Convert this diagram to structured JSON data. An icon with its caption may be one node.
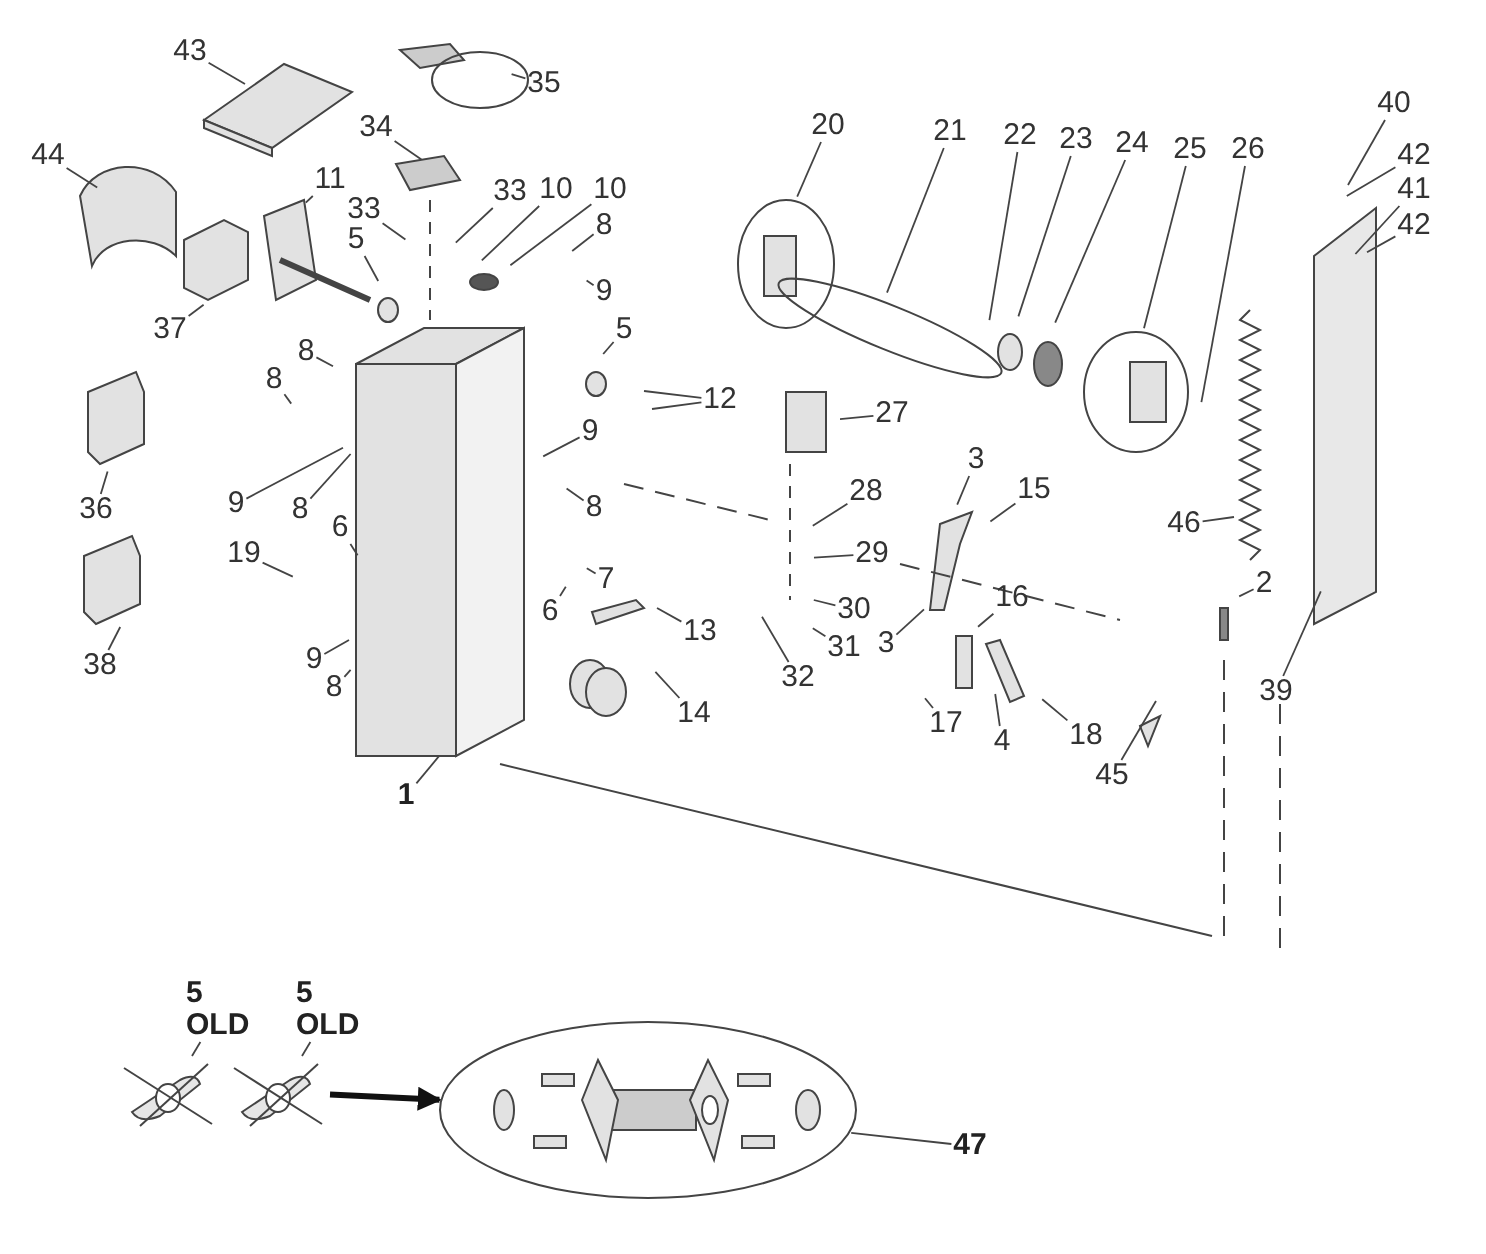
{
  "diagram": {
    "nodes": [
      {
        "text": [
          "43"
        ]
      },
      {
        "text": [
          "35"
        ]
      },
      {
        "text": [
          "40"
        ]
      },
      {
        "text": [
          "20"
        ]
      },
      {
        "text": [
          "21"
        ]
      },
      {
        "text": [
          "22"
        ]
      },
      {
        "text": [
          "23"
        ]
      },
      {
        "text": [
          "24"
        ]
      },
      {
        "text": [
          "25"
        ]
      },
      {
        "text": [
          "26"
        ]
      },
      {
        "text": [
          "34"
        ]
      },
      {
        "text": [
          "44"
        ]
      },
      {
        "text": [
          "42"
        ]
      },
      {
        "text": [
          "11"
        ]
      },
      {
        "text": [
          "41"
        ]
      },
      {
        "text": [
          "33"
        ]
      },
      {
        "text": [
          "10"
        ]
      },
      {
        "text": [
          "10"
        ]
      },
      {
        "text": [
          "33"
        ]
      },
      {
        "text": [
          "42"
        ]
      },
      {
        "text": [
          "8"
        ]
      },
      {
        "text": [
          "5"
        ]
      },
      {
        "text": [
          "9"
        ]
      },
      {
        "text": [
          "37"
        ]
      },
      {
        "text": [
          "5"
        ]
      },
      {
        "text": [
          "8"
        ]
      },
      {
        "text": [
          "8"
        ]
      },
      {
        "text": [
          "12"
        ]
      },
      {
        "text": [
          "27"
        ]
      },
      {
        "text": [
          "9"
        ]
      },
      {
        "text": [
          "3"
        ]
      },
      {
        "text": [
          "8"
        ]
      },
      {
        "text": [
          "15"
        ]
      },
      {
        "text": [
          "28"
        ]
      },
      {
        "text": [
          "9"
        ]
      },
      {
        "text": [
          "8"
        ]
      },
      {
        "text": [
          "36"
        ]
      },
      {
        "text": [
          "46"
        ]
      },
      {
        "text": [
          "29"
        ]
      },
      {
        "text": [
          "6"
        ]
      },
      {
        "text": [
          "19"
        ]
      },
      {
        "text": [
          "7"
        ]
      },
      {
        "text": [
          "2"
        ]
      },
      {
        "text": [
          "16"
        ]
      },
      {
        "text": [
          "6"
        ]
      },
      {
        "text": [
          "30"
        ]
      },
      {
        "text": [
          "13"
        ]
      },
      {
        "text": [
          "3"
        ]
      },
      {
        "text": [
          "31"
        ]
      },
      {
        "text": [
          "9"
        ]
      },
      {
        "text": [
          "38"
        ]
      },
      {
        "text": [
          "8"
        ]
      },
      {
        "text": [
          "32"
        ]
      },
      {
        "text": [
          "39"
        ]
      },
      {
        "text": [
          "14"
        ]
      },
      {
        "text": [
          "17"
        ]
      },
      {
        "text": [
          "18"
        ]
      },
      {
        "text": [
          "4"
        ]
      },
      {
        "text": [
          "45"
        ]
      },
      {
        "text": [
          "1"
        ]
      },
      {
        "text": [
          "5 OLD"
        ]
      },
      {
        "text": [
          "5 OLD"
        ]
      },
      {
        "text": [],
        "shape": "picture"
      },
      {
        "text": [],
        "shape": "picture"
      },
      {
        "text": [],
        "shape": "picture"
      },
      {
        "text": [
          "47"
        ]
      }
    ],
    "edges": [
      {
        "from": 0,
        "to": null,
        "arrow": "none"
      },
      {
        "from": 1,
        "to": null,
        "arrow": "none"
      },
      {
        "from": 2,
        "to": null,
        "arrow": "none"
      },
      {
        "from": 3,
        "to": null,
        "arrow": "none"
      },
      {
        "from": 4,
        "to": null,
        "arrow": "none"
      },
      {
        "from": 5,
        "to": null,
        "arrow": "none"
      },
      {
        "from": 6,
        "to": null,
        "arrow": "none"
      },
      {
        "from": 7,
        "to": null,
        "arrow": "none"
      },
      {
        "from": 8,
        "to": null,
        "arrow": "none"
      },
      {
        "from": 9,
        "to": null,
        "arrow": "none"
      },
      {
        "from": 10,
        "to": null,
        "arrow": "none"
      },
      {
        "from": 11,
        "to": null,
        "arrow": "none"
      },
      {
        "from": 12,
        "to": null,
        "arrow": "none"
      },
      {
        "from": 13,
        "to": null,
        "arrow": "none"
      },
      {
        "from": 14,
        "to": null,
        "arrow": "none"
      },
      {
        "from": 15,
        "to": null,
        "arrow": "none"
      },
      {
        "from": 16,
        "to": null,
        "arrow": "none"
      },
      {
        "from": 17,
        "to": null,
        "arrow": "none"
      },
      {
        "from": 18,
        "to": null,
        "arrow": "none"
      },
      {
        "from": 19,
        "to": null,
        "arrow": "none"
      },
      {
        "from": 20,
        "to": null,
        "arrow": "none"
      },
      {
        "from": 21,
        "to": null,
        "arrow": "none"
      },
      {
        "from": 22,
        "to": null,
        "arrow": "none"
      },
      {
        "from": 23,
        "to": null,
        "arrow": "none"
      },
      {
        "from": 24,
        "to": null,
        "arrow": "none"
      },
      {
        "from": 25,
        "to": null,
        "arrow": "none"
      },
      {
        "from": 26,
        "to": null,
        "arrow": "none"
      },
      {
        "from": 27,
        "to": null,
        "arrow": "none"
      },
      {
        "from": 27,
        "to": null,
        "arrow": "none"
      },
      {
        "from": 28,
        "to": null,
        "arrow": "none"
      },
      {
        "from": 29,
        "to": null,
        "arrow": "none"
      },
      {
        "from": 30,
        "to": null,
        "arrow": "none"
      },
      {
        "from": 31,
        "to": null,
        "arrow": "none"
      },
      {
        "from": 32,
        "to": null,
        "arrow": "none"
      },
      {
        "from": 33,
        "to": null,
        "arrow": "none"
      },
      {
        "from": 34,
        "to": null,
        "arrow": "none"
      },
      {
        "from": 35,
        "to": null,
        "arrow": "none"
      },
      {
        "from": 36,
        "to": null,
        "arrow": "none"
      },
      {
        "from": 37,
        "to": null,
        "arrow": "none"
      },
      {
        "from": 38,
        "to": null,
        "arrow": "none"
      },
      {
        "from": 39,
        "to": null,
        "arrow": "none"
      },
      {
        "from": 40,
        "to": null,
        "arrow": "none"
      },
      {
        "from": 41,
        "to": null,
        "arrow": "none"
      },
      {
        "from": 42,
        "to": null,
        "arrow": "none"
      },
      {
        "from": 43,
        "to": null,
        "arrow": "none"
      },
      {
        "from": 44,
        "to": null,
        "arrow": "none"
      },
      {
        "from": 45,
        "to": null,
        "arrow": "none"
      },
      {
        "from": 46,
        "to": null,
        "arrow": "none"
      },
      {
        "from": 47,
        "to": null,
        "arrow": "none"
      },
      {
        "from": 48,
        "to": null,
        "arrow": "none"
      },
      {
        "from": 49,
        "to": null,
        "arrow": "none"
      },
      {
        "from": 50,
        "to": null,
        "arrow": "none"
      },
      {
        "from": 51,
        "to": null,
        "arrow": "none"
      },
      {
        "from": 52,
        "to": null,
        "arrow": "none"
      },
      {
        "from": 53,
        "to": null,
        "arrow": "none"
      },
      {
        "from": 54,
        "to": null,
        "arrow": "none"
      },
      {
        "from": 55,
        "to": null,
        "arrow": "none"
      },
      {
        "from": 56,
        "to": null,
        "arrow": "none"
      },
      {
        "from": 57,
        "to": null,
        "arrow": "none"
      },
      {
        "from": 58,
        "to": null,
        "arrow": "none"
      },
      {
        "from": 59,
        "to": null,
        "arrow": "none"
      },
      {
        "from": 60,
        "to": 62,
        "arrow": "none"
      },
      {
        "from": 61,
        "to": 63,
        "arrow": "none"
      },
      {
        "from": 65,
        "to": 64,
        "arrow": "none"
      },
      {
        "from": 63,
        "to": 64,
        "arrow": "to",
        "style": "thick"
      }
    ]
  }
}
